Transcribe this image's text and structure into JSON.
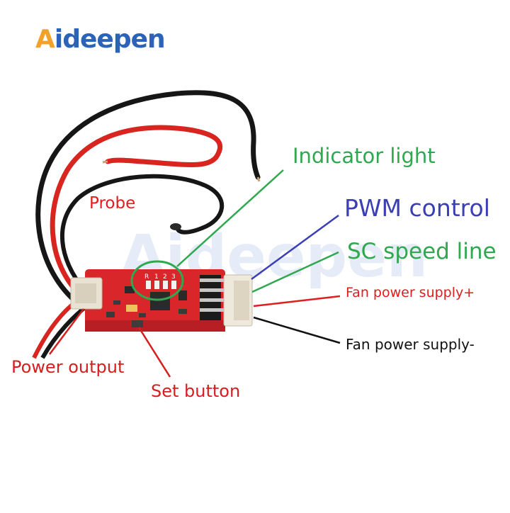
{
  "logo": {
    "text_lead": "A",
    "text_rest": "ideepen"
  },
  "labels": {
    "indicator_light": "Indicator light",
    "pwm_control": "PWM control",
    "sc_speed_line": "SC speed line",
    "fan_power_plus": "Fan power supply+",
    "fan_power_minus": "Fan power supply-",
    "probe": "Probe",
    "power_output": "Power output",
    "set_button": "Set button"
  },
  "board": {
    "silkscreen_r": "R",
    "silkscreen_1": "1",
    "silkscreen_2": "2",
    "silkscreen_3": "3"
  },
  "colors": {
    "green": "#2fa84f",
    "blue": "#3b3fb4",
    "red": "#e11d1d",
    "black": "#111111",
    "board_red": "#d8262b",
    "wire_red": "#d8251f",
    "logo_blue": "#2b63b8",
    "logo_orange": "#f2a12b"
  }
}
